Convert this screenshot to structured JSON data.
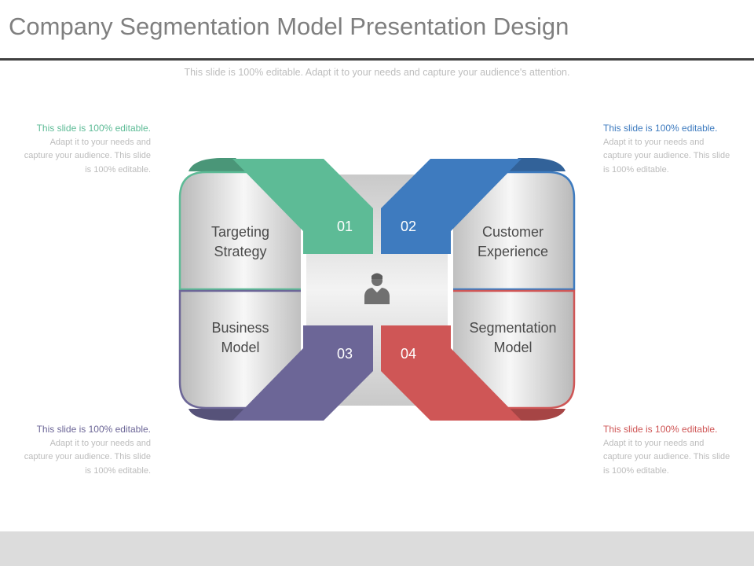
{
  "header": {
    "title": "Company Segmentation Model Presentation Design",
    "subtitle": "This slide is 100% editable. Adapt it to your needs and capture your audience's attention."
  },
  "quadrants": [
    {
      "number": "01",
      "label_line1": "Targeting",
      "label_line2": "Strategy",
      "color": "#5dbb96"
    },
    {
      "number": "02",
      "label_line1": "Customer",
      "label_line2": "Experience",
      "color": "#3e7bbf"
    },
    {
      "number": "03",
      "label_line1": "Business",
      "label_line2": "Model",
      "color": "#6c6697"
    },
    {
      "number": "04",
      "label_line1": "Segmentation",
      "label_line2": "Model",
      "color": "#cf5656"
    }
  ],
  "center": {
    "icon": "person-icon"
  },
  "notes": {
    "top_left": {
      "highlight": "This slide is 100% editable.",
      "body": "Adapt it to your needs and capture your audience. This slide is 100% editable.",
      "color": "#5dbb96"
    },
    "top_right": {
      "highlight": "This slide is 100% editable.",
      "body": "Adapt it to your needs and capture your audience. This slide is 100% editable.",
      "color": "#3e7bbf"
    },
    "bottom_left": {
      "highlight": "This slide is 100% editable.",
      "body": "Adapt it to your needs and capture your audience. This slide is 100% editable.",
      "color": "#6c6697"
    },
    "bottom_right": {
      "highlight": "This slide is 100% editable.",
      "body": "Adapt it to your needs and capture your audience. This slide is 100% editable.",
      "color": "#cf5656"
    }
  }
}
